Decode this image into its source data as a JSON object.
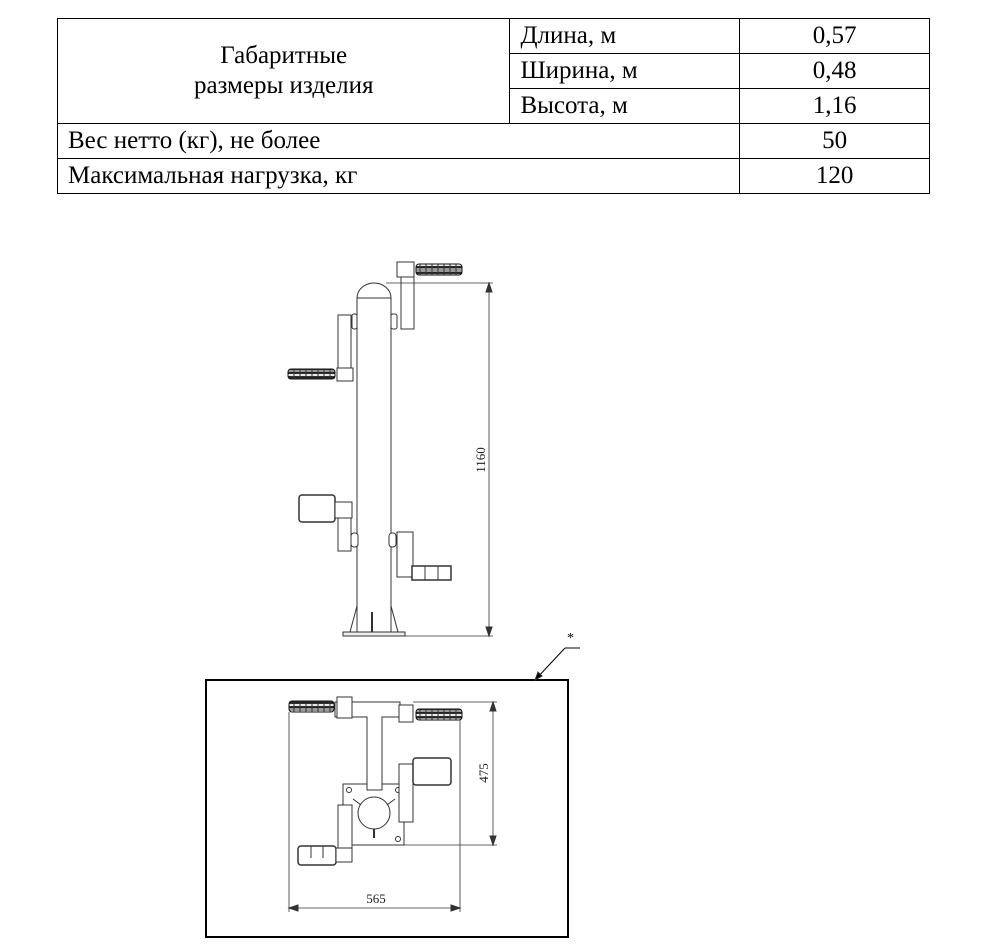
{
  "table": {
    "dimensions_label_line1": "Габаритные",
    "dimensions_label_line2": "размеры изделия",
    "rows": [
      {
        "label": "Длина, м",
        "value": "0,57"
      },
      {
        "label": "Ширина, м",
        "value": "0,48"
      },
      {
        "label": "Высота, м",
        "value": "1,16"
      },
      {
        "label": "Вес нетто (кг), не более",
        "value": "50"
      },
      {
        "label": "Максимальная нагрузка, кг",
        "value": "120"
      }
    ]
  },
  "drawing": {
    "side_view_height_dim": "1160",
    "top_view_depth_dim": "475",
    "top_view_width_dim": "565",
    "footnote_mark": "*"
  }
}
